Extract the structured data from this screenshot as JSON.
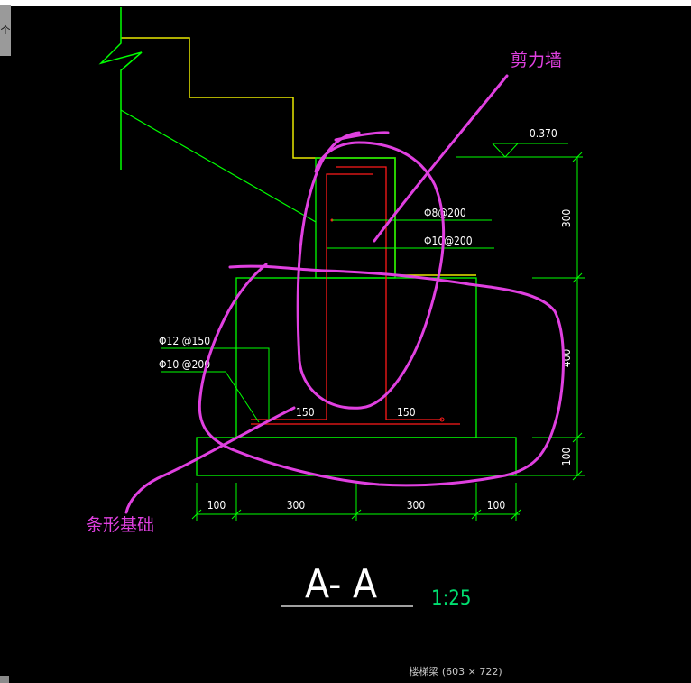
{
  "viewer": {
    "side_tab_label": "个",
    "caption": "楼梯梁 (603 × 722)"
  },
  "drawing": {
    "elevation_label": "-0.370",
    "rebar_top_1": "Φ8@200",
    "rebar_top_2": "Φ10@200",
    "rebar_left_1": "Φ12 @150",
    "rebar_left_2": "Φ10 @200",
    "hook_left": "150",
    "hook_right": "150",
    "dim_vertical": [
      "300",
      "400",
      "100"
    ],
    "dim_horizontal": [
      "100",
      "300",
      "300",
      "100"
    ],
    "section_title": "A- A",
    "scale": "1:25"
  },
  "annotations": {
    "shear_wall": "剪力墙",
    "strip_foundation": "条形基础"
  },
  "colors": {
    "background": "#000000",
    "green_lines": "#00ff00",
    "yellow_lines": "#e8e800",
    "red_rebar": "#ff1a1a",
    "magenta_markup": "#e040e0",
    "white_text": "#ffffff"
  }
}
